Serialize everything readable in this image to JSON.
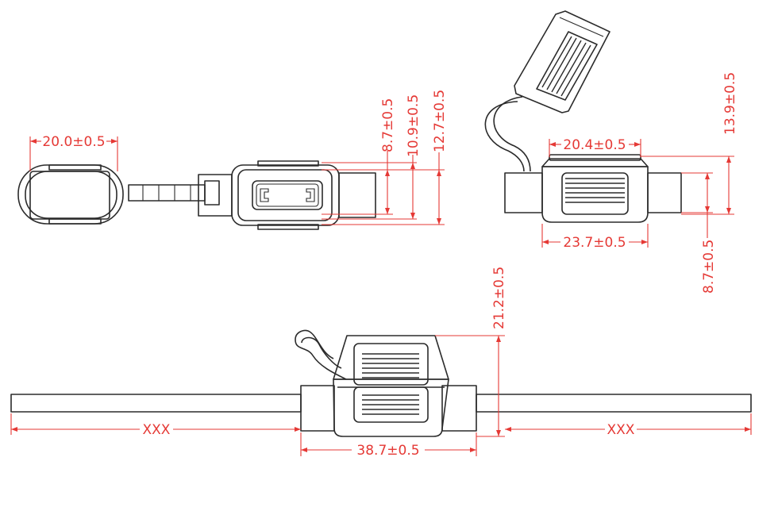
{
  "drawing": {
    "line_color": "#2b2b2b",
    "dimension_color": "#e53935",
    "background": "#ffffff"
  },
  "dimensions": {
    "end_view_width": "20.0±0.5",
    "top_height_inner": "8.7±0.5",
    "top_height_mid": "10.9±0.5",
    "top_height_outer": "12.7±0.5",
    "side_top_width": "20.4±0.5",
    "side_height": "13.9±0.5",
    "side_bottom_width": "23.7±0.5",
    "side_body_height": "8.7±0.5",
    "front_height": "21.2±0.5",
    "front_left_lead": "XXX",
    "front_body_width": "38.7±0.5",
    "front_right_lead": "XXX"
  }
}
